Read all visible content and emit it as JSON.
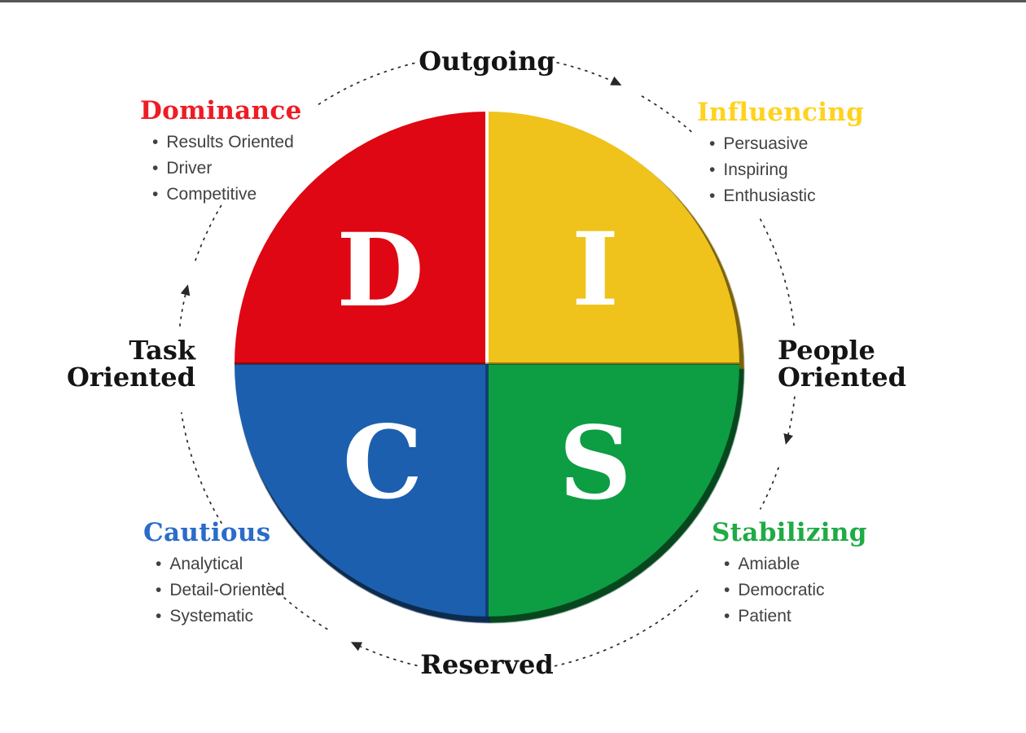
{
  "title": "DISC personality model wheel",
  "arrow_color": "#282828",
  "wheel": {
    "quadrants": [
      {
        "id": "dominance",
        "letter": "D",
        "color": "#de0713"
      },
      {
        "id": "influencing",
        "letter": "I",
        "color": "#efc31b"
      },
      {
        "id": "cautious",
        "letter": "C",
        "color": "#1c5fae"
      },
      {
        "id": "stabilizing",
        "letter": "S",
        "color": "#0d9d43"
      }
    ]
  },
  "axis_labels": {
    "top": "Outgoing",
    "bottom": "Reserved",
    "left_line1": "Task",
    "left_line2": "Oriented",
    "right_line1": "People",
    "right_line2": "Oriented"
  },
  "trait_blocks": [
    {
      "id": "dominance",
      "title": "Dominance",
      "color": "#ee1c25",
      "bullets": [
        "Results Oriented",
        "Driver",
        "Competitive"
      ]
    },
    {
      "id": "influencing",
      "title": "Influencing",
      "color": "#ffd21e",
      "bullets": [
        "Persuasive",
        "Inspiring",
        "Enthusiastic"
      ]
    },
    {
      "id": "cautious",
      "title": "Cautious",
      "color": "#2a6cc9",
      "bullets": [
        "Analytical",
        "Detail-Oriented",
        "Systematic"
      ]
    },
    {
      "id": "stabilizing",
      "title": "Stabilizing",
      "color": "#20ab45",
      "bullets": [
        "Amiable",
        "Democratic",
        "Patient"
      ]
    }
  ]
}
